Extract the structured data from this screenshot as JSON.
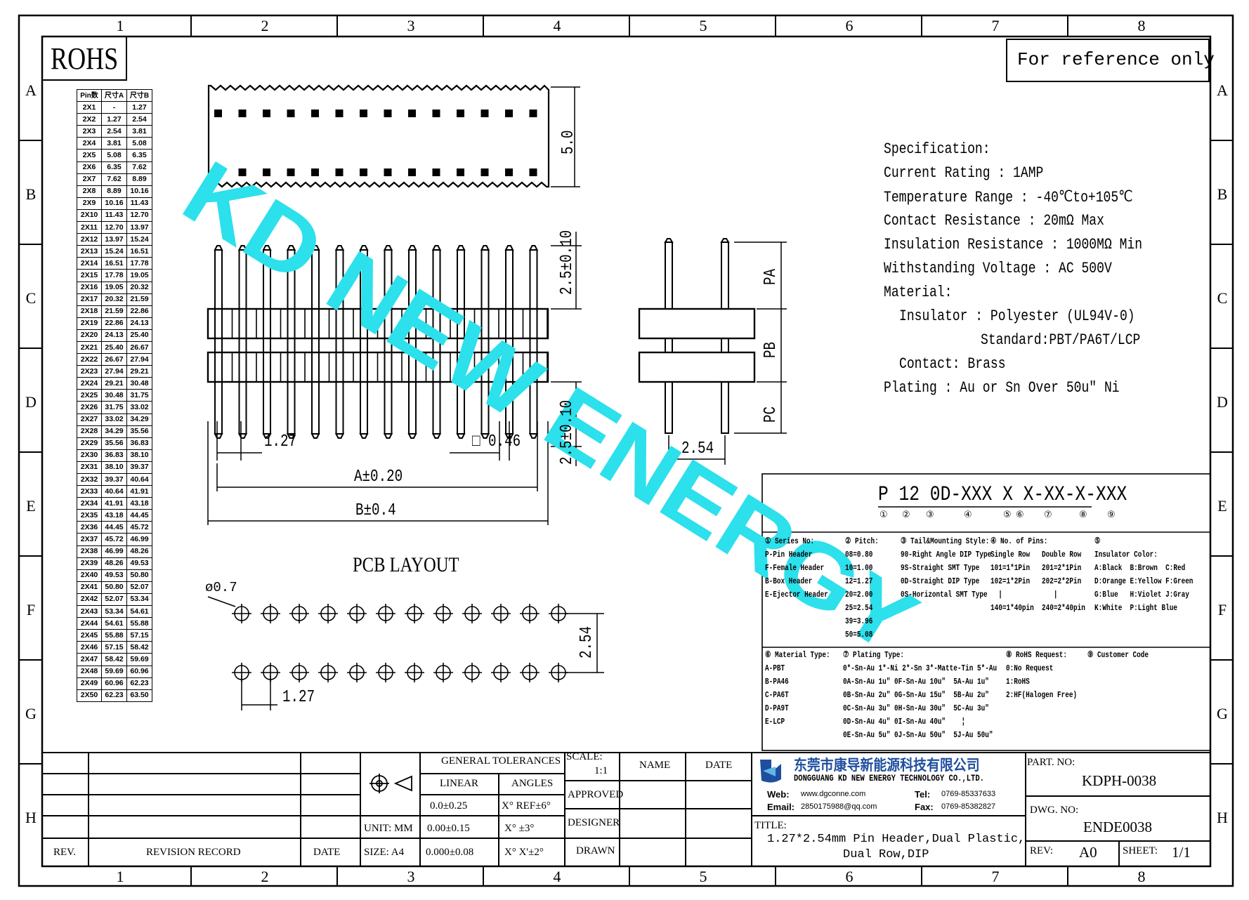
{
  "sheet": {
    "zones_cols": [
      "1",
      "2",
      "3",
      "4",
      "5",
      "6",
      "7",
      "8"
    ],
    "zones_rows": [
      "A",
      "B",
      "C",
      "D",
      "E",
      "F",
      "G",
      "H"
    ],
    "rohs": "ROHS",
    "reference": "For reference only",
    "watermark": "KD NEW ENERGY"
  },
  "pin_table": {
    "headers": [
      "Pin数",
      "尺寸A",
      "尺寸B"
    ],
    "rows": [
      [
        "2X1",
        "-",
        "1.27"
      ],
      [
        "2X2",
        "1.27",
        "2.54"
      ],
      [
        "2X3",
        "2.54",
        "3.81"
      ],
      [
        "2X4",
        "3.81",
        "5.08"
      ],
      [
        "2X5",
        "5.08",
        "6.35"
      ],
      [
        "2X6",
        "6.35",
        "7.62"
      ],
      [
        "2X7",
        "7.62",
        "8.89"
      ],
      [
        "2X8",
        "8.89",
        "10.16"
      ],
      [
        "2X9",
        "10.16",
        "11.43"
      ],
      [
        "2X10",
        "11.43",
        "12.70"
      ],
      [
        "2X11",
        "12.70",
        "13.97"
      ],
      [
        "2X12",
        "13.97",
        "15.24"
      ],
      [
        "2X13",
        "15.24",
        "16.51"
      ],
      [
        "2X14",
        "16.51",
        "17.78"
      ],
      [
        "2X15",
        "17.78",
        "19.05"
      ],
      [
        "2X16",
        "19.05",
        "20.32"
      ],
      [
        "2X17",
        "20.32",
        "21.59"
      ],
      [
        "2X18",
        "21.59",
        "22.86"
      ],
      [
        "2X19",
        "22.86",
        "24.13"
      ],
      [
        "2X20",
        "24.13",
        "25.40"
      ],
      [
        "2X21",
        "25.40",
        "26.67"
      ],
      [
        "2X22",
        "26.67",
        "27.94"
      ],
      [
        "2X23",
        "27.94",
        "29.21"
      ],
      [
        "2X24",
        "29.21",
        "30.48"
      ],
      [
        "2X25",
        "30.48",
        "31.75"
      ],
      [
        "2X26",
        "31.75",
        "33.02"
      ],
      [
        "2X27",
        "33.02",
        "34.29"
      ],
      [
        "2X28",
        "34.29",
        "35.56"
      ],
      [
        "2X29",
        "35.56",
        "36.83"
      ],
      [
        "2X30",
        "36.83",
        "38.10"
      ],
      [
        "2X31",
        "38.10",
        "39.37"
      ],
      [
        "2X32",
        "39.37",
        "40.64"
      ],
      [
        "2X33",
        "40.64",
        "41.91"
      ],
      [
        "2X34",
        "41.91",
        "43.18"
      ],
      [
        "2X35",
        "43.18",
        "44.45"
      ],
      [
        "2X36",
        "44.45",
        "45.72"
      ],
      [
        "2X37",
        "45.72",
        "46.99"
      ],
      [
        "2X38",
        "46.99",
        "48.26"
      ],
      [
        "2X39",
        "48.26",
        "49.53"
      ],
      [
        "2X40",
        "49.53",
        "50.80"
      ],
      [
        "2X41",
        "50.80",
        "52.07"
      ],
      [
        "2X42",
        "52.07",
        "53.34"
      ],
      [
        "2X43",
        "53.34",
        "54.61"
      ],
      [
        "2X44",
        "54.61",
        "55.88"
      ],
      [
        "2X45",
        "55.88",
        "57.15"
      ],
      [
        "2X46",
        "57.15",
        "58.42"
      ],
      [
        "2X47",
        "58.42",
        "59.69"
      ],
      [
        "2X48",
        "59.69",
        "60.96"
      ],
      [
        "2X49",
        "60.96",
        "62.23"
      ],
      [
        "2X50",
        "62.23",
        "63.50"
      ]
    ]
  },
  "dims": {
    "height_top": "5.0",
    "pin_up": "2.5±0.10",
    "pin_down": "2.5±0.10",
    "pitch": "1.27",
    "pin_sq": "□ 0.46",
    "a": "A±0.20",
    "b": "B±0.4",
    "pa": "PA",
    "pb": "PB",
    "pc": "PC",
    "row_pitch": "2.54",
    "pcb_title": "PCB LAYOUT",
    "hole": "ø0.7",
    "pcb_row": "2.54",
    "pcb_pitch": "1.27"
  },
  "spec": {
    "title": "Specification:",
    "current": "Current Rating : 1AMP",
    "temp": "Temperature Range : -40℃to+105℃",
    "contact_res": "Contact Resistance : 20mΩ Max",
    "insul_res": "Insulation Resistance : 1000MΩ Min",
    "voltage": "Withstanding Voltage : AC 500V",
    "material": "Material:",
    "insulator": "Insulator : Polyester (UL94V-0)",
    "standard": "Standard:PBT/PA6T/LCP",
    "contact": "Contact: Brass",
    "plating": "Plating : Au or Sn Over 50u\" Ni"
  },
  "part_code": {
    "code": "P 12 0D-XXX X X-XX-X-XXX",
    "numbers": [
      "①",
      "②",
      "③",
      "④",
      "⑤",
      "⑥",
      "⑦",
      "⑧",
      "⑨"
    ],
    "series": [
      "① Series No:",
      "P-Pin Header",
      "F-Female Header",
      "B-Box Header",
      "E-Ejector Header"
    ],
    "pitch": [
      "② Pitch:",
      "08=0.80",
      "10=1.00",
      "12=1.27",
      "20=2.00",
      "25=2.54",
      "39=3.96",
      "50=5.08"
    ],
    "tail": [
      "③ Tail&Mounting Style:",
      "90-Right Angle DIP Type",
      "9S-Straight SMT Type",
      "0D-Straight DIP Type",
      "0S-Horizontal SMT Type"
    ],
    "pins": [
      "④ No. of Pins:",
      "Single Row   Double Row",
      "101=1*1Pin   201=2*1Pin",
      "102=1*2Pin   202=2*2Pin",
      "  |             |",
      "140=1*40pin  240=2*40pin"
    ],
    "color": [
      "⑤",
      "Insulator Color:",
      "A:Black  B:Brown  C:Red",
      "D:Orange E:Yellow F:Green",
      "G:Blue   H:Violet J:Gray",
      "K:White  P:Light Blue"
    ],
    "material": [
      "⑥ Material Type:",
      "A-PBT",
      "B-PA46",
      "C-PA6T",
      "D-PA9T",
      "E-LCP"
    ],
    "plating": [
      "⑦ Plating Type:",
      "0*-Sn-Au 1*-Ni 2*-Sn 3*-Matte-Tin 5*-Au",
      "0A-Sn-Au 1u\" 0F-Sn-Au 10u\"  5A-Au 1u\"",
      "0B-Sn-Au 2u\" 0G-Sn-Au 15u\"  5B-Au 2u\"",
      "0C-Sn-Au 3u\" 0H-Sn-Au 30u\"  5C-Au 3u\"",
      "0D-Sn-Au 4u\" 0I-Sn-Au 40u\"    ¦",
      "0E-Sn-Au 5u\" 0J-Sn-Au 50u\"  5J-Au 50u\""
    ],
    "rohs": [
      "⑧ RoHS Request:",
      "0:No Request",
      "1:RoHS",
      "2:HF(Halogen Free)"
    ],
    "customer": [
      "⑨ Customer Code"
    ]
  },
  "title_block": {
    "rev": "REV.",
    "revision_record": "REVISION RECORD",
    "date": "DATE",
    "general_tol": "GENERAL TOLERANCES",
    "linear": "LINEAR",
    "angles": "ANGLES",
    "lin1": "0.0±0.25",
    "lin2": "0.00±0.15",
    "lin3": "0.000±0.08",
    "ang1": "X° REF±6°",
    "ang2": "X° ±3°",
    "ang3": "X° X'±2°",
    "unit": "UNIT: MM",
    "size": "SIZE: A4",
    "scale": "SCALE:",
    "scale_val": "1:1",
    "name": "NAME",
    "date2": "DATE",
    "approved": "APPROVED",
    "designer": "DESIGNER",
    "drawn": "DRAWN",
    "company_cn": "东莞市康导新能源科技有限公司",
    "company_en": "DONGGUANG KD NEW ENERGY TECHNOLOGY CO.,LTD.",
    "web_label": "Web:",
    "web": "www.dgconne.com",
    "tel_label": "Tel:",
    "tel": "0769-85337633",
    "email_label": "Email:",
    "email": "2850175988@qq.com",
    "fax_label": "Fax:",
    "fax": "0769-85382827",
    "title_label": "TITLE:",
    "title1": "1.27*2.54mm Pin Header,Dual Plastic,",
    "title2": "Dual Row,DIP",
    "part_no_label": "PART. NO:",
    "part_no": "KDPH-0038",
    "dwg_no_label": "DWG. NO:",
    "dwg_no": "ENDE0038",
    "rev_label": "REV:",
    "rev_val": "A0",
    "sheet_label": "SHEET:",
    "sheet_val": "1/1"
  },
  "colors": {
    "watermark": "#2ce0ec",
    "line": "#000000"
  }
}
